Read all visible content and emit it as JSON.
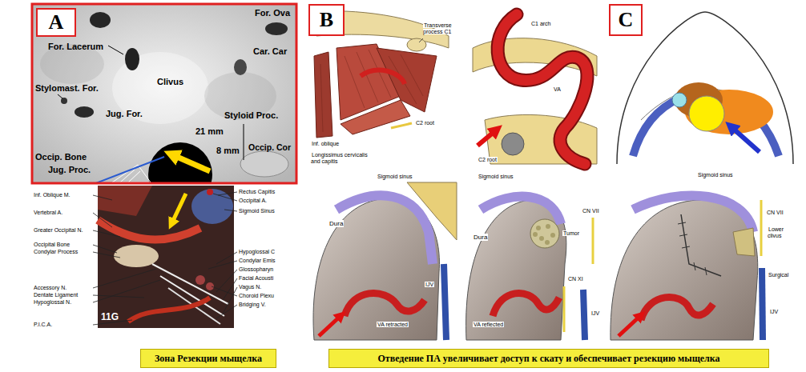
{
  "diagram": {
    "nodes": [
      {
        "text": [
          "A"
        ]
      },
      {
        "text": [
          "B"
        ]
      },
      {
        "text": [
          "C"
        ]
      },
      {
        "text": [
          "Зона Резекции мыщелка"
        ]
      },
      {
        "text": [
          "Отведение ПА увеличивает доступ к скату и обеспечивает резекцию мыщелка"
        ]
      }
    ],
    "labels": [
      "For. Ova",
      "For. Lacerum",
      "Clivus",
      "Car. Car",
      "Stylomast. For.",
      "Jug. For.",
      "Styloid Proc.",
      "21 mm",
      "8 mm",
      "Occip. Cor",
      "Occip. Bone",
      "Jug. Proc.",
      "Inf. Oblique M.",
      "Vertebral A.",
      "Greater Occipital N.",
      "Occipital Bone",
      "Condylar Process",
      "Accessory N.",
      "Dentate Ligament",
      "Hypoglossal N.",
      "P.I.C.A.",
      "11G",
      "Rectus Capitis",
      "Occipital A.",
      "Sigmoid Sinus",
      "Hypoglossal C",
      "Condylar Emis",
      "Glossopharyn",
      "Facial Acousti",
      "Vagus N.",
      "Choroid Plexu",
      "Bridging V.",
      "Transverse process C1",
      "C2 root",
      "Inf. oblique",
      "Longissimus cervicalis and capitis",
      "C1 arch",
      "VA",
      "C2 root",
      "Sigmoid sinus",
      "Dura",
      "IJV",
      "VA retracted",
      "Sigmoid sinus",
      "Dura",
      "CN VII",
      "Tumor",
      "CN XI",
      "IJV",
      "VA reflected",
      "Sigmoid sinus",
      "CN VII",
      "Lower clivus",
      "Surgical",
      "IJV"
    ]
  }
}
